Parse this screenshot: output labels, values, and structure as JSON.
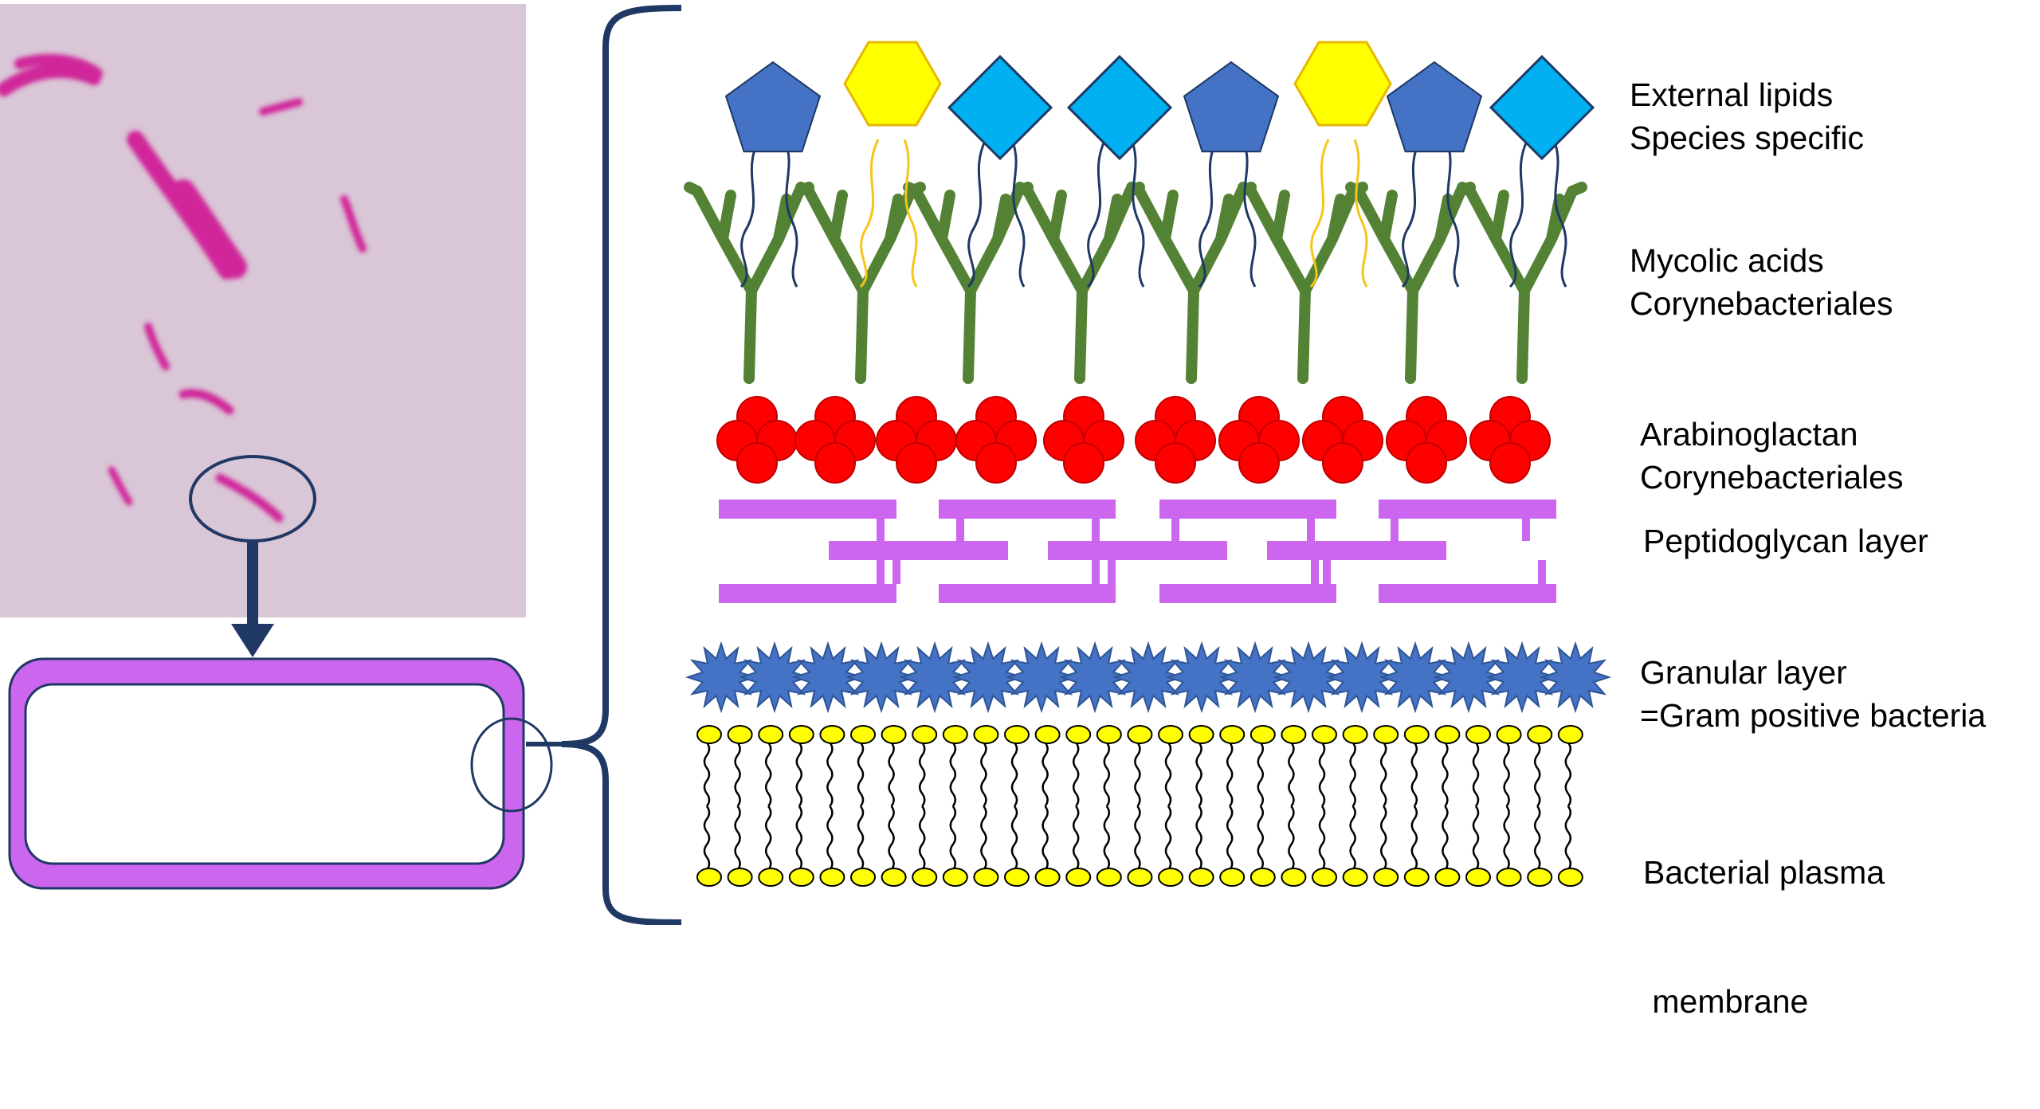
{
  "figure": {
    "layers": [
      {
        "id": "external-lipids",
        "lines": [
          "External lipids",
          "Species specific"
        ]
      },
      {
        "id": "mycolic-acids",
        "lines": [
          "Mycolic acids",
          "Corynebacteriales"
        ]
      },
      {
        "id": "arabinogalactan",
        "lines": [
          "Arabinoglactan",
          "Corynebacteriales"
        ]
      },
      {
        "id": "peptidoglycan",
        "lines": [
          "Peptidoglycan layer"
        ]
      },
      {
        "id": "granular",
        "lines": [
          "Granular layer",
          "=Gram positive bacteria"
        ]
      },
      {
        "id": "plasma-membrane",
        "lines": [
          "Bacterial plasma",
          " membrane"
        ]
      }
    ],
    "colors": {
      "micrograph_bg": "#d9c6d6",
      "bacterium": "#d0289a",
      "outline_navy": "#1f3864",
      "cell_wall_fill": "#cc66ee",
      "pentagon": "#4472c4",
      "hexagon": "#ffff00",
      "diamond": "#00b0f0",
      "mycolic": "#548235",
      "sugar_red": "#ff0000",
      "peptidoglycan": "#cc66ee",
      "granular_star": "#4472c4",
      "lipid_head": "#ffff00"
    },
    "lipid_head_sequence": [
      "pentagon",
      "hexagon",
      "diamond",
      "diamond",
      "pentagon",
      "hexagon",
      "pentagon",
      "diamond"
    ]
  }
}
